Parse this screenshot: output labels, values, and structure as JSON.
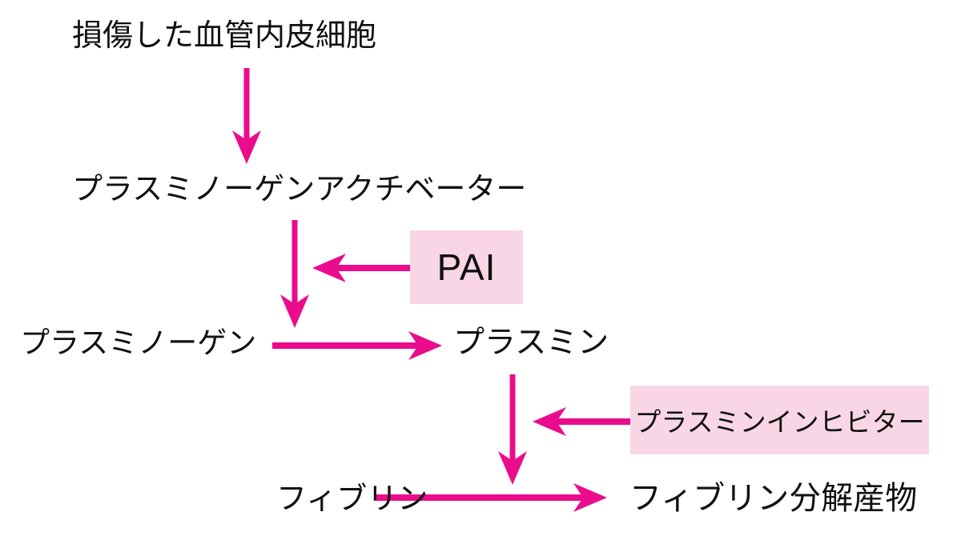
{
  "colors": {
    "arrow": "#EA0C8C",
    "box_bg": "#F8D6E6",
    "text": "#111111",
    "background": "#FFFFFF"
  },
  "nodes": {
    "damaged_endothelium": "損傷した血管内皮細胞",
    "plasminogen_activator": "プラスミノーゲンアクチベーター",
    "plasminogen": "プラスミノーゲン",
    "plasmin": "プラスミン",
    "fibrin": "フィブリン",
    "fibrin_degradation_products": "フィブリン分解産物"
  },
  "inhibitor_boxes": {
    "pai": "PAI",
    "plasmin_inhibitor": "プラスミンインヒビター"
  }
}
